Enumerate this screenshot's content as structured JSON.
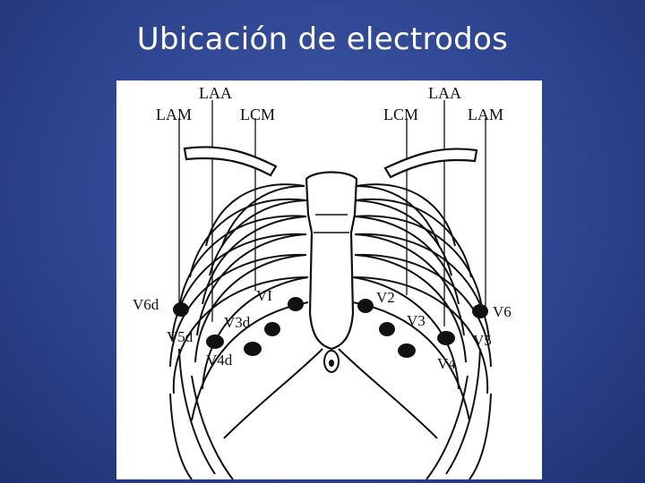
{
  "title": "Ubicación de electrodos",
  "lines": {
    "left_laa": "LAA",
    "left_lam": "LAM",
    "left_lcm": "LCM",
    "right_laa": "LAA",
    "right_lcm": "LCM",
    "right_lam": "LAM"
  },
  "electrodes": {
    "v1": "VI",
    "v2": "V2",
    "v3": "V3",
    "v4": "V4",
    "v5": "V5",
    "v6": "V6",
    "v3d": "V3d",
    "v4d": "V4d",
    "v5d": "V5d",
    "v6d": "V6d"
  },
  "colors": {
    "background": "#2e4590",
    "title": "#ffffff",
    "panel": "#ffffff",
    "ink": "#111111"
  }
}
